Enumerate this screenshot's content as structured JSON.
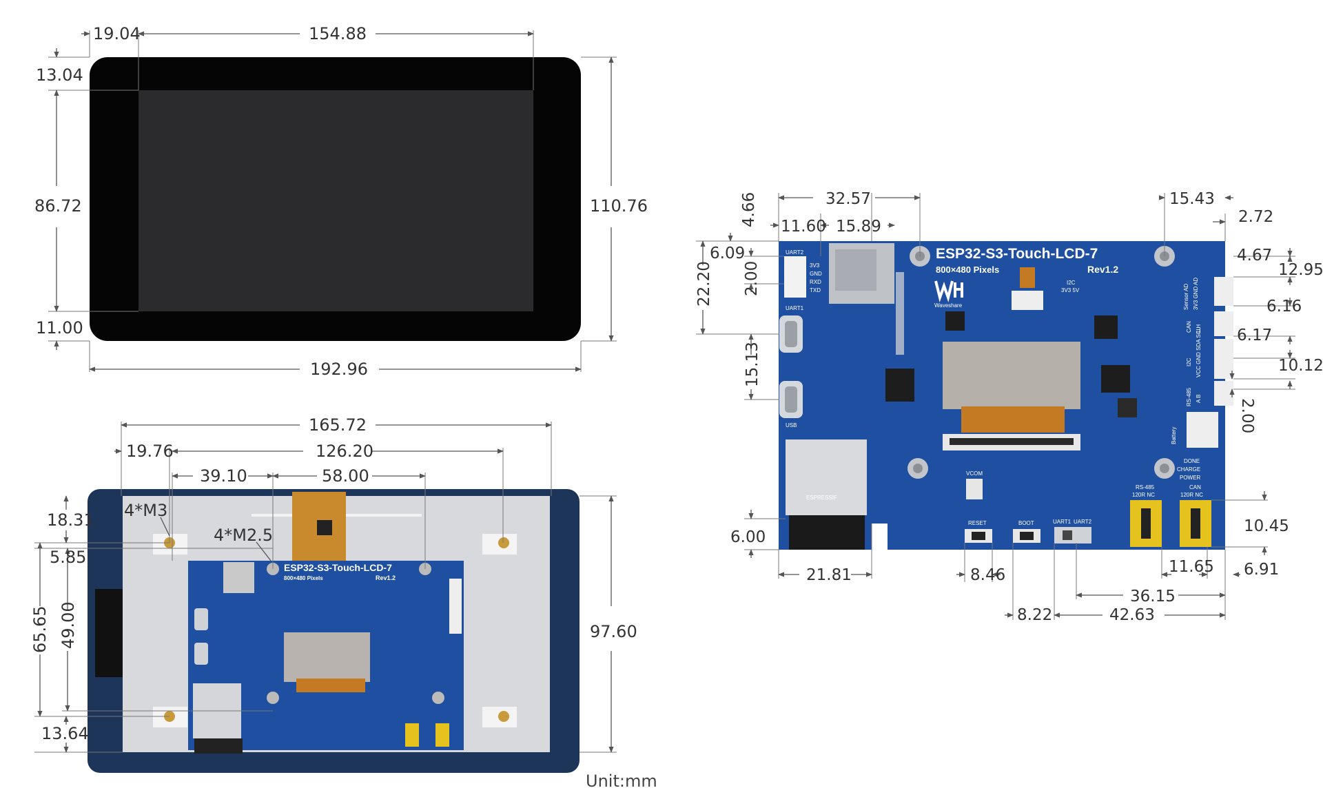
{
  "unit_label": "Unit:mm",
  "front_view": {
    "dims": {
      "bezel_left": "19.04",
      "screen_width": "154.88",
      "bezel_top": "13.04",
      "screen_height": "86.72",
      "bezel_bottom": "11.00",
      "total_height": "110.76",
      "total_width": "192.96"
    }
  },
  "back_view": {
    "dims": {
      "hole_span_outer": "165.72",
      "hole_offset_left": "19.76",
      "hole_span_inner": "126.20",
      "m25_offset": "39.10",
      "m25_span": "58.00",
      "top_hole_offset": "18.31",
      "m25_top_offset": "5.85",
      "hole_vertical_span": "65.65",
      "m25_vertical_span": "49.00",
      "total_height": "97.60",
      "bottom_hole_offset": "13.64"
    },
    "labels": {
      "m3": "4*M3",
      "m25": "4*M2.5"
    }
  },
  "board_view": {
    "title": "ESP32-S3-Touch-LCD-7",
    "subtitle": "800×480 Pixels",
    "revision": "Rev1.2",
    "brand": "Waveshare",
    "silkscreen": {
      "uart2": "UART2",
      "uart1": "UART1",
      "usb": "USB",
      "pins": [
        "3V3",
        "GND",
        "RXD",
        "TXD"
      ],
      "i2c": "I2C",
      "i2c_volt": "3V3 5V",
      "sensor": "Sensor AD",
      "sensor_pins": "3V3 GND AD",
      "can": "CAN",
      "can_pins": "L H",
      "i2c_right": "I2C",
      "i2c_pins": "VCC GND SDA SCL",
      "rs485": "RS-485",
      "rs485_pins": "A B",
      "battery": "Battery",
      "vcom": "VCOM",
      "reset": "RESET",
      "boot": "BOOT",
      "uart1_sw": "UART1",
      "uart2_sw": "UART2",
      "done": "DONE",
      "charge": "CHARGE",
      "power": "POWER",
      "rs485_term": "RS-485",
      "term_120r": "120R  NC",
      "can_term": "CAN",
      "module": "ESPRESSIF"
    },
    "dims": {
      "uart2_width": "32.57",
      "top_left_small": "4.66",
      "conn_offset": "11.60",
      "card_width": "15.89",
      "uart_offset": "6.09",
      "uart_pitch": "2.00",
      "usb_offset": "22.20",
      "usb_spacing": "15.13",
      "right_hole": "15.43",
      "right_edge": "2.72",
      "sensor_offset": "4.67",
      "right_top": "12.95",
      "can_pitch": "6.16",
      "i2c_pitch": "6.17",
      "rs485_span": "10.12",
      "rs485_pitch": "2.00",
      "module_offset": "6.00",
      "module_width": "21.81",
      "reset_width": "8.46",
      "boot_width": "8.22",
      "switch_span": "36.15",
      "total_span": "42.63",
      "term_width": "11.65",
      "term_edge": "6.91",
      "term_height": "10.45"
    }
  },
  "colors": {
    "pcb_blue": "#1f4fa0",
    "bezel_black": "#050505",
    "screen_gray": "#2b2b2e",
    "back_navy": "#1c3558",
    "back_plate": "#d7d9dc"
  }
}
